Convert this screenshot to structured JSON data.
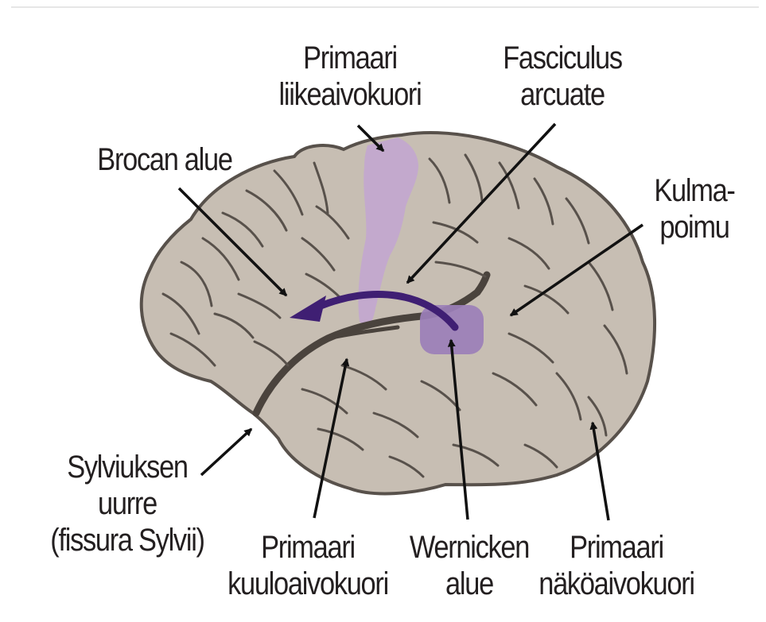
{
  "labels": {
    "primary_motor": [
      "Primaari",
      "liikeaivokuori"
    ],
    "fasciculus": [
      "Fasciculus",
      "arcuate"
    ],
    "broca": [
      "Brocan alue"
    ],
    "angular": [
      "Kulma-",
      "poimu"
    ],
    "sylvian": [
      "Sylviuksen",
      "uurre",
      "(fissura Sylvii)"
    ],
    "primary_auditory": [
      "Primaari",
      "kuuloaivokuori"
    ],
    "wernicke": [
      "Wernicken",
      "alue"
    ],
    "primary_visual": [
      "Primaari",
      "näköaivokuori"
    ]
  },
  "colors": {
    "brain_fill": "#c7beb3",
    "brain_outline": "#58514b",
    "motor_cortex": "#c3a8cf",
    "wernicke_area": "#9b7fb8",
    "pathway_arrow": "#3f1f73",
    "text": "#231f20"
  }
}
